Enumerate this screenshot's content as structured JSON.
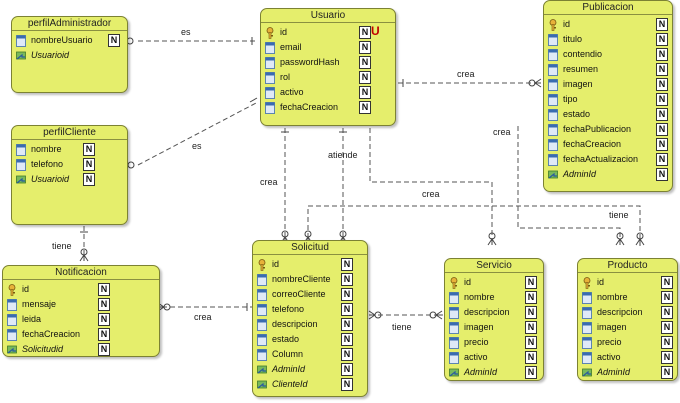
{
  "entities": {
    "perfilAdministrador": {
      "title": "perfilAdministrador",
      "attrs": [
        {
          "name": "nombreUsuario",
          "kind": "field",
          "null": "N"
        },
        {
          "name": "Usuarioid",
          "kind": "fk",
          "null": ""
        }
      ]
    },
    "perfilCliente": {
      "title": "perfilCliente",
      "attrs": [
        {
          "name": "nombre",
          "kind": "field",
          "null": "N"
        },
        {
          "name": "telefono",
          "kind": "field",
          "null": "N"
        },
        {
          "name": "Usuarioid",
          "kind": "fk",
          "null": "N"
        }
      ]
    },
    "usuario": {
      "title": "Usuario",
      "attrs": [
        {
          "name": "id",
          "kind": "pk",
          "null": "N",
          "unique": "U"
        },
        {
          "name": "email",
          "kind": "field",
          "null": "N"
        },
        {
          "name": "passwordHash",
          "kind": "field",
          "null": "N"
        },
        {
          "name": "rol",
          "kind": "field",
          "null": "N"
        },
        {
          "name": "activo",
          "kind": "field",
          "null": "N"
        },
        {
          "name": "fechaCreacion",
          "kind": "field",
          "null": "N"
        }
      ]
    },
    "publicacion": {
      "title": "Publicacion",
      "attrs": [
        {
          "name": "id",
          "kind": "pk",
          "null": "N"
        },
        {
          "name": "titulo",
          "kind": "field",
          "null": "N"
        },
        {
          "name": "contendio",
          "kind": "field",
          "null": "N"
        },
        {
          "name": "resumen",
          "kind": "field",
          "null": "N"
        },
        {
          "name": "imagen",
          "kind": "field",
          "null": "N"
        },
        {
          "name": "tipo",
          "kind": "field",
          "null": "N"
        },
        {
          "name": "estado",
          "kind": "field",
          "null": "N"
        },
        {
          "name": "fechaPublicacion",
          "kind": "field",
          "null": "N"
        },
        {
          "name": "fechaCreacion",
          "kind": "field",
          "null": "N"
        },
        {
          "name": "fechaActualizacion",
          "kind": "field",
          "null": "N"
        },
        {
          "name": "AdminId",
          "kind": "fk",
          "null": "N"
        }
      ]
    },
    "notificacion": {
      "title": "Notificacion",
      "attrs": [
        {
          "name": "id",
          "kind": "pk",
          "null": "N"
        },
        {
          "name": "mensaje",
          "kind": "field",
          "null": "N"
        },
        {
          "name": "leida",
          "kind": "field",
          "null": "N"
        },
        {
          "name": "fechaCreacion",
          "kind": "field",
          "null": "N"
        },
        {
          "name": "Solicitudid",
          "kind": "fk",
          "null": "N"
        }
      ]
    },
    "solicitud": {
      "title": "Solicitud",
      "attrs": [
        {
          "name": "id",
          "kind": "pk",
          "null": "N"
        },
        {
          "name": "nombreCliente",
          "kind": "field",
          "null": "N"
        },
        {
          "name": "correoCliente",
          "kind": "field",
          "null": "N"
        },
        {
          "name": "telefono",
          "kind": "field",
          "null": "N"
        },
        {
          "name": "descripcion",
          "kind": "field",
          "null": "N"
        },
        {
          "name": "estado",
          "kind": "field",
          "null": "N"
        },
        {
          "name": "Column",
          "kind": "field",
          "null": "N"
        },
        {
          "name": "AdminId",
          "kind": "fk",
          "null": "N"
        },
        {
          "name": "ClienteId",
          "kind": "fk",
          "null": "N"
        }
      ]
    },
    "servicio": {
      "title": "Servicio",
      "attrs": [
        {
          "name": "id",
          "kind": "pk",
          "null": "N"
        },
        {
          "name": "nombre",
          "kind": "field",
          "null": "N"
        },
        {
          "name": "descripcion",
          "kind": "field",
          "null": "N"
        },
        {
          "name": "imagen",
          "kind": "field",
          "null": "N"
        },
        {
          "name": "precio",
          "kind": "field",
          "null": "N"
        },
        {
          "name": "activo",
          "kind": "field",
          "null": "N"
        },
        {
          "name": "AdminId",
          "kind": "fk",
          "null": "N"
        }
      ]
    },
    "producto": {
      "title": "Producto",
      "attrs": [
        {
          "name": "id",
          "kind": "pk",
          "null": "N"
        },
        {
          "name": "nombre",
          "kind": "field",
          "null": "N"
        },
        {
          "name": "descripcion",
          "kind": "field",
          "null": "N"
        },
        {
          "name": "imagen",
          "kind": "field",
          "null": "N"
        },
        {
          "name": "precio",
          "kind": "field",
          "null": "N"
        },
        {
          "name": "activo",
          "kind": "field",
          "null": "N"
        },
        {
          "name": "AdminId",
          "kind": "fk",
          "null": "N"
        }
      ]
    }
  },
  "relationships": {
    "admin_usuario": "es",
    "cliente_usuario": "es",
    "usuario_publicacion": "crea",
    "usuario_publicacion_admin": "crea",
    "usuario_solicitud": "crea",
    "usuario_solicitud_atiende": "atiende",
    "usuario_servicio": "crea",
    "usuario_producto": "tiene",
    "cliente_notificacion": "tiene",
    "notificacion_solicitud": "crea",
    "solicitud_servicio": "tiene"
  },
  "colors": {
    "entity_fill": "#e5ee6c",
    "entity_border": "#7c8233",
    "line": "#555555",
    "unique": "#c00000"
  }
}
